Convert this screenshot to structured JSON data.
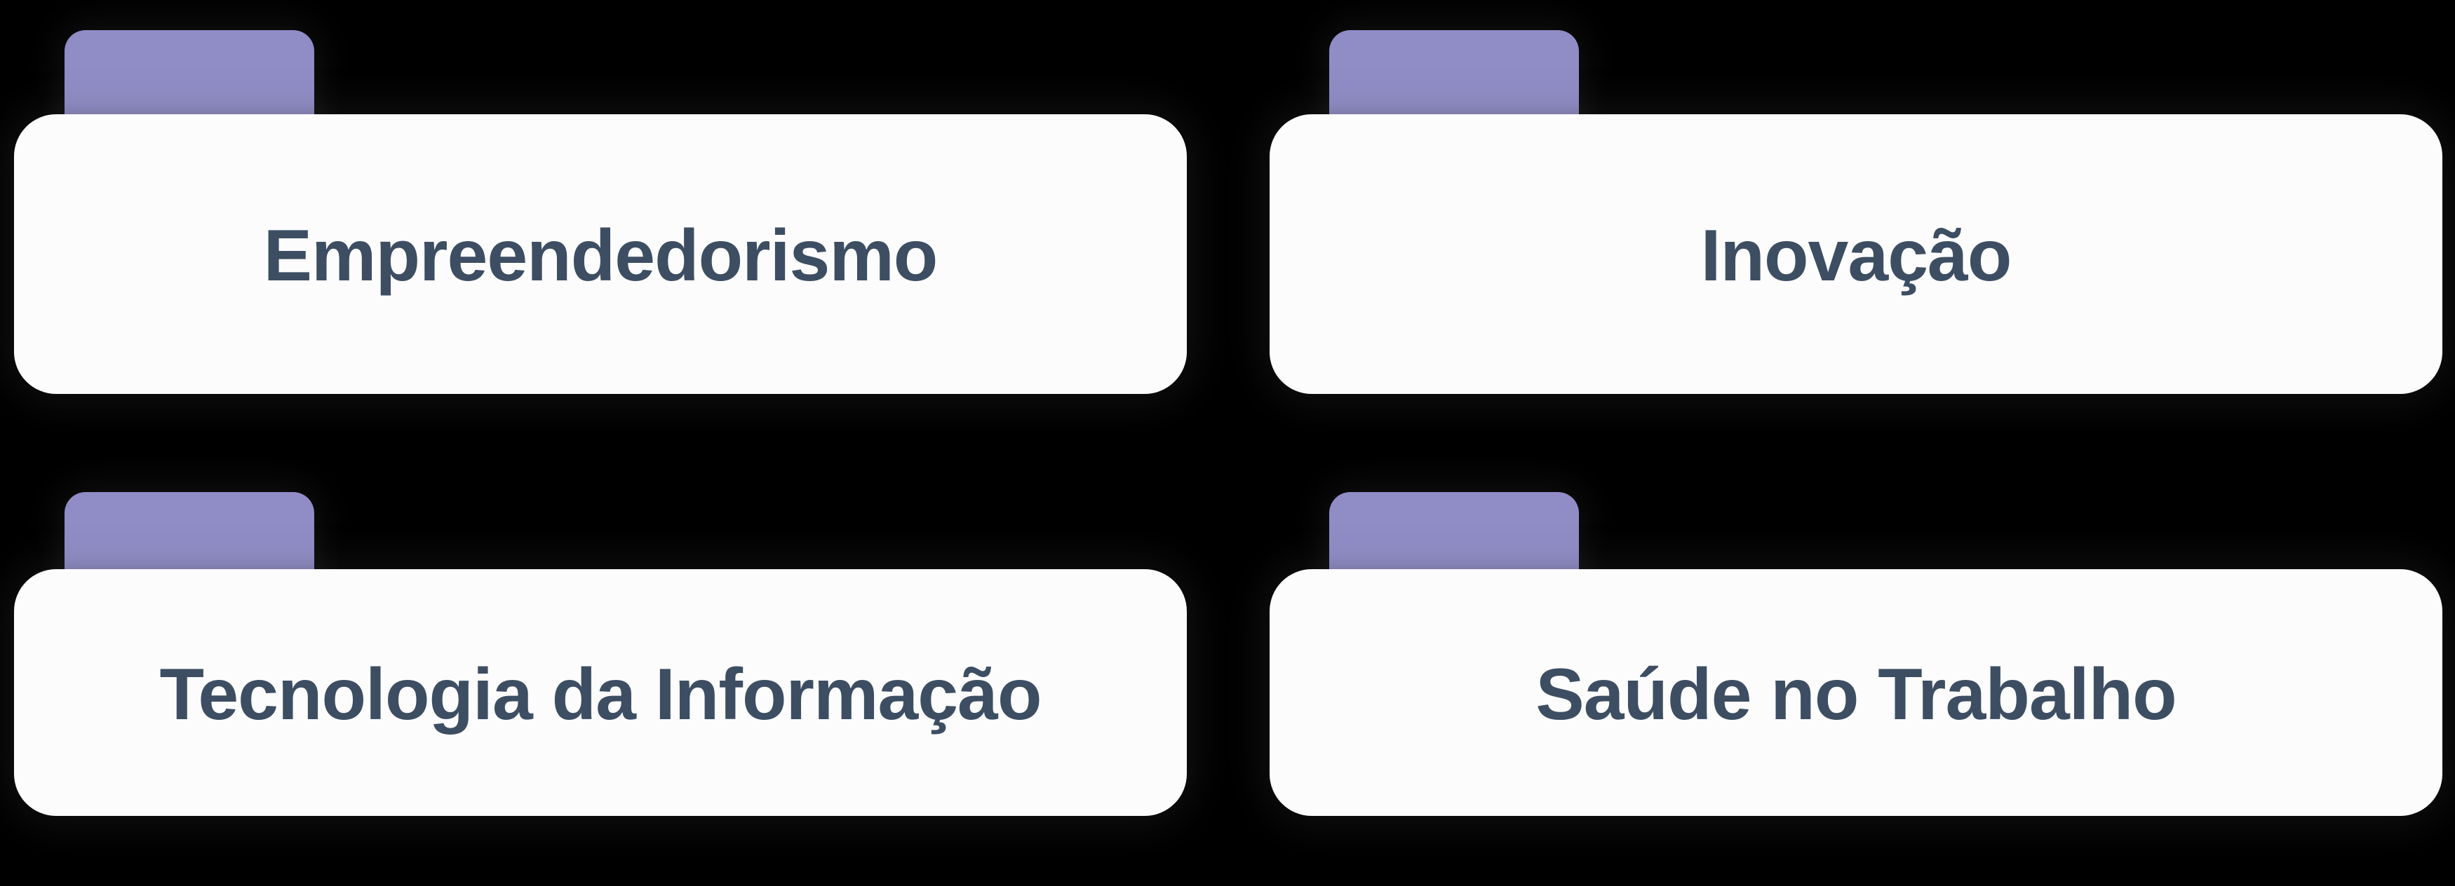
{
  "colors": {
    "bg": "#000000",
    "tab": "#8F8CC6",
    "body": "#FCFCFD",
    "label": "#3D4E63"
  },
  "cards": [
    {
      "label": "Empreendedorismo"
    },
    {
      "label": "Inovação"
    },
    {
      "label": "Tecnologia da Informação"
    },
    {
      "label": "Saúde no Trabalho"
    }
  ]
}
